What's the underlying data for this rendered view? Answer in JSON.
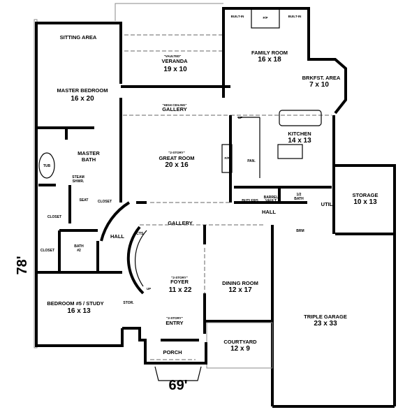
{
  "rooms": {
    "sitting": {
      "name": "SITTING AREA"
    },
    "master_bedroom": {
      "name": "MASTER BEDROOM",
      "size": "16 x 20"
    },
    "veranda": {
      "note": "\"VAULTED\"",
      "name": "VERANDA",
      "size": "19 x 10"
    },
    "gallery_top": {
      "note": "\"HIGH CEILING\"",
      "name": "GALLERY"
    },
    "family_room": {
      "name": "FAMILY ROOM",
      "size": "16 x 18"
    },
    "breakfast": {
      "name": "BRKFST. AREA",
      "size": "7 x 10"
    },
    "kitchen": {
      "name": "KITCHEN",
      "size": "14 x 13"
    },
    "great_room": {
      "note": "\"2-STORY\"",
      "name": "GREAT ROOM",
      "size": "20 x 16"
    },
    "master_bath": {
      "name": "MASTER",
      "name2": "BATH"
    },
    "tub": {
      "name": "TUB"
    },
    "steam_shower": {
      "name": "STEAM",
      "name2": "SHWR."
    },
    "seat": {
      "name": "SEAT"
    },
    "closet1": {
      "name": "CLOSET"
    },
    "closet2": {
      "name": "CLOSET"
    },
    "closet3": {
      "name": "CLOSET"
    },
    "storage": {
      "name": "STORAGE",
      "size": "10 x 13"
    },
    "half_bath": {
      "name": "1/2",
      "name2": "BATH"
    },
    "util": {
      "name": "UTIL"
    },
    "brm": {
      "name": "BRM"
    },
    "hall_right": {
      "name": "HALL"
    },
    "butlers": {
      "name": "BUTLERS"
    },
    "barrel_vault": {
      "name": "BARREL",
      "name2": "VAULT"
    },
    "pantry": {
      "name": "PAN."
    },
    "gallery_mid": {
      "name": "GALLERY"
    },
    "hall_left": {
      "name": "HALL"
    },
    "cts": {
      "name": "CTS."
    },
    "bath2": {
      "name": "BATH",
      "name2": "#2"
    },
    "foyer": {
      "note": "\"2-STORY\"",
      "name": "FOYER",
      "size": "11 x 22"
    },
    "dining": {
      "name": "DINING ROOM",
      "size": "12 x 17"
    },
    "garage": {
      "name": "TRIPLE GARAGE",
      "size": "23 x 33"
    },
    "bedroom5": {
      "name": "BEDROOM #5 / STUDY",
      "size": "16 x 13"
    },
    "stor": {
      "name": "STOR."
    },
    "entry": {
      "note": "\"2-STORY\"",
      "name": "ENTRY"
    },
    "porch": {
      "name": "PORCH"
    },
    "courtyard": {
      "name": "COURTYARD",
      "size": "12 x 9"
    },
    "fireplace_family": {
      "name": "F/P"
    },
    "fireplace_great": {
      "name": "F/P"
    },
    "builtin_left": {
      "name": "BUILT-IN"
    },
    "builtin_right": {
      "name": "BUILT-IN"
    },
    "up_top": {
      "name": "UP"
    },
    "up_stair": {
      "name": "UP"
    }
  },
  "dimensions": {
    "depth": "78'",
    "width": "69'"
  }
}
